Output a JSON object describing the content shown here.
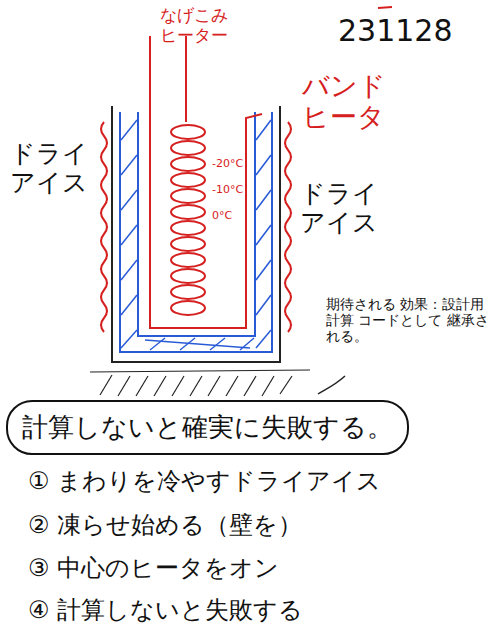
{
  "diagram": {
    "nodes": [
      {
        "text": [
          "計算しないと確実に失敗する。"
        ]
      }
    ],
    "labels": [
      "231128",
      "なげこみ ヒーター",
      "バンド ヒータ",
      "ドライ アイス",
      "ドライ アイス",
      "-20°C",
      "-10°C",
      "0°C",
      "期待される 効果：設計用計算 コードとして 継承される。",
      "① まわりを冷やすドライアイス",
      "② 凍らせ始める（壁を）",
      "③ 中心のヒータをオン",
      "④ 計算しないと失敗する"
    ]
  }
}
